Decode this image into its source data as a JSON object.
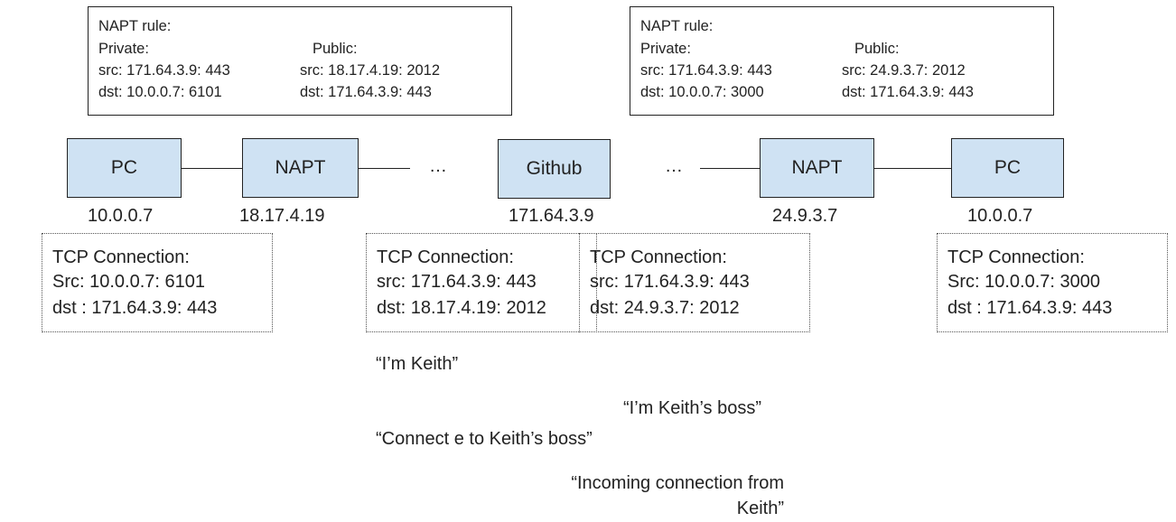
{
  "napt_rules": [
    {
      "title": "NAPT rule:",
      "private_label": "Private:",
      "public_label": "Public:",
      "private_src": "src: 171.64.3.9: 443",
      "private_dst": "dst: 10.0.0.7: 6101",
      "public_src": "src: 18.17.4.19: 2012",
      "public_dst": "dst: 171.64.3.9: 443"
    },
    {
      "title": "NAPT rule:",
      "private_label": "Private:",
      "public_label": "Public:",
      "private_src": "src: 171.64.3.9: 443",
      "private_dst": "dst: 10.0.0.7: 3000",
      "public_src": "src: 24.9.3.7: 2012",
      "public_dst": "dst: 171.64.3.9: 443"
    }
  ],
  "nodes": [
    {
      "label": "PC",
      "ip": "10.0.0.7"
    },
    {
      "label": "NAPT",
      "ip": "18.17.4.19"
    },
    {
      "label": "Github",
      "ip": "171.64.3.9"
    },
    {
      "label": "NAPT",
      "ip": "24.9.3.7"
    },
    {
      "label": "PC",
      "ip": "10.0.0.7"
    }
  ],
  "ellipsis": "…",
  "tcp_connections": [
    {
      "title": "TCP Connection:",
      "src": "Src: 10.0.0.7: 6101",
      "dst": "dst : 171.64.3.9: 443"
    },
    {
      "title": "TCP Connection:",
      "src": "src: 171.64.3.9: 443",
      "dst": "dst: 18.17.4.19: 2012"
    },
    {
      "title": "TCP Connection:",
      "src": "src: 171.64.3.9: 443",
      "dst": "dst: 24.9.3.7: 2012"
    },
    {
      "title": "TCP Connection:",
      "src": "Src: 10.0.0.7: 3000",
      "dst": "dst : 171.64.3.9: 443"
    }
  ],
  "messages": {
    "m1": "“I’m Keith”",
    "m2": "“I’m Keith’s boss”",
    "m3": "“Connect e to Keith’s boss”",
    "m4_line1": "“Incoming connection from",
    "m4_line2": "Keith”"
  }
}
